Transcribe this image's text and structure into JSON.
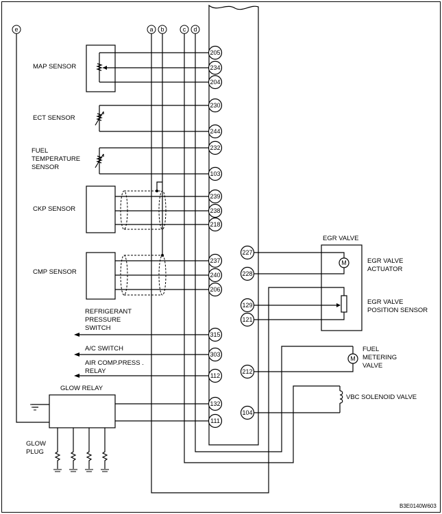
{
  "diagram": {
    "markers": [
      "e",
      "a",
      "b",
      "c",
      "d"
    ],
    "sensors": {
      "map": "MAP SENSOR",
      "ect": "ECT SENSOR",
      "fuel_temp": [
        "FUEL",
        "TEMPERATURE",
        "SENSOR"
      ],
      "ckp": "CKP SENSOR",
      "cmp": "CMP SENSOR"
    },
    "egr": {
      "valve": "EGR VALVE",
      "actuator": [
        "EGR VALVE",
        "ACTUATOR"
      ],
      "position": [
        "EGR VALVE",
        "POSITION SENSOR"
      ]
    },
    "fuel_metering": [
      "FUEL",
      "METERING",
      "VALVE"
    ],
    "vbc": "VBC SOLENOID VALVE",
    "refrigerant": [
      "REFRIGERANT",
      "PRESSURE",
      "SWITCH"
    ],
    "ac_switch": "A/C SWITCH",
    "air_comp": [
      "AIR COMP.PRESS .",
      "RELAY"
    ],
    "glow_relay": "GLOW RELAY",
    "glow_plug": [
      "GLOW",
      "PLUG"
    ],
    "motor_symbol": "M",
    "code": "B3E0140W603",
    "pins_left": [
      "205",
      "234",
      "204",
      "230",
      "244",
      "232",
      "103",
      "239",
      "238",
      "218",
      "237",
      "240",
      "206",
      "315",
      "303",
      "112",
      "132",
      "111"
    ],
    "pins_right": [
      "227",
      "228",
      "129",
      "121",
      "212",
      "104"
    ]
  }
}
